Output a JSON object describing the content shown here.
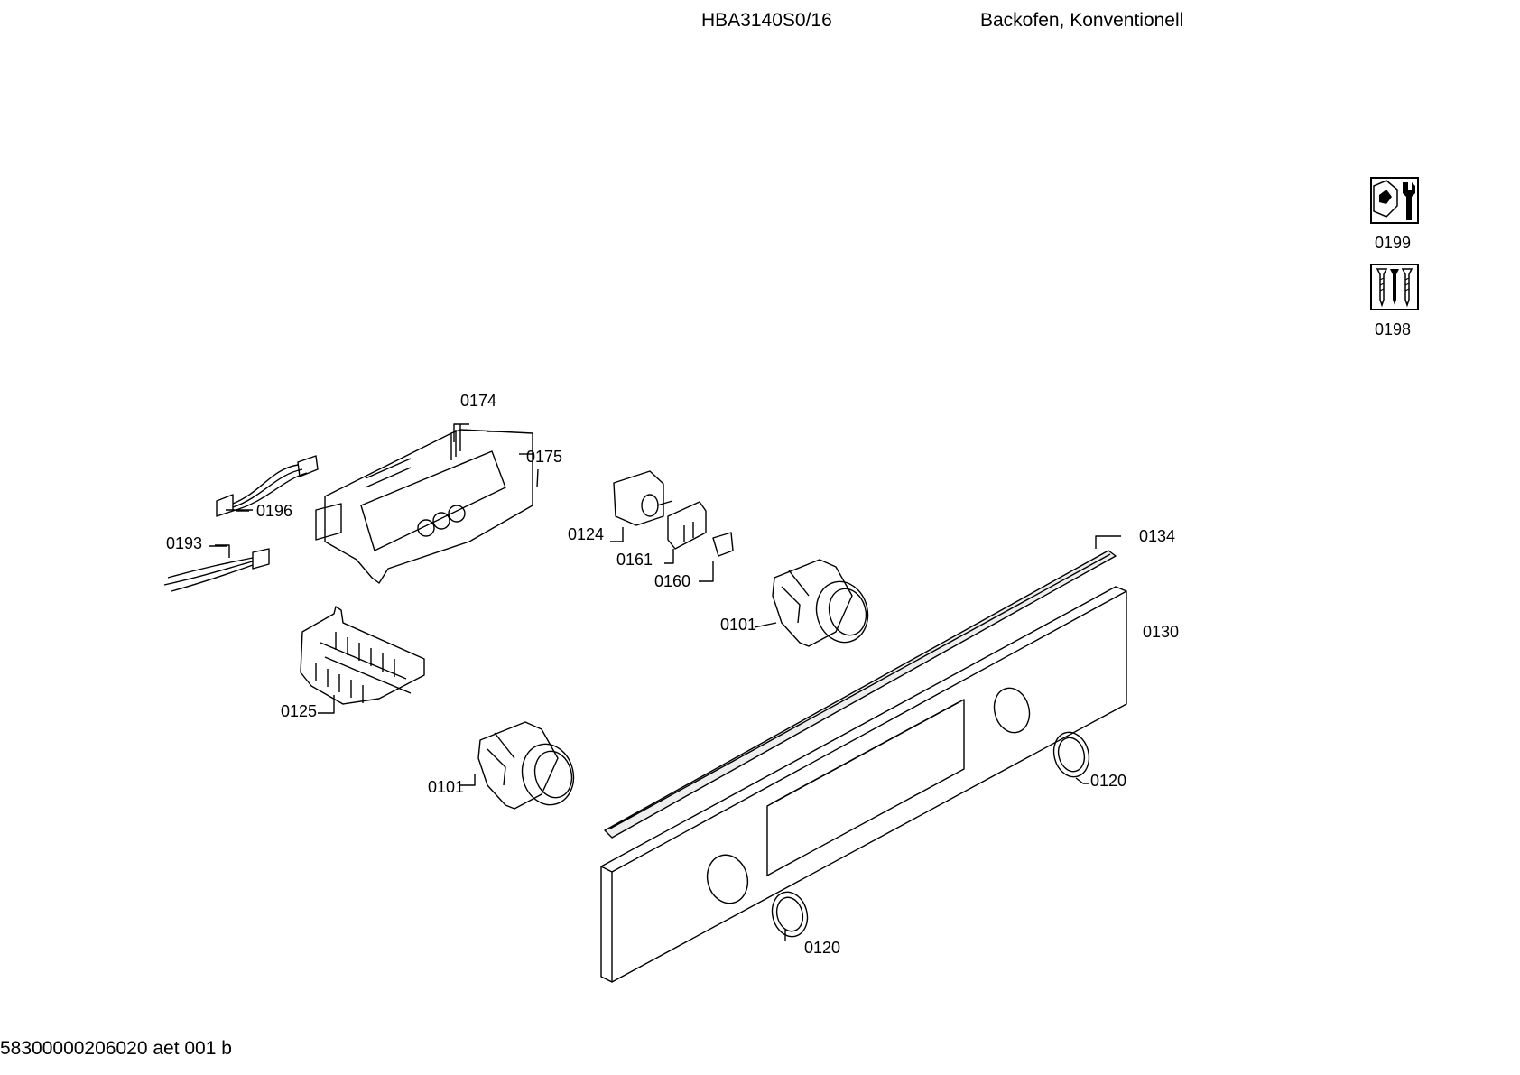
{
  "header": {
    "model": "HBA3140S0/16",
    "description": "Backofen, Konventionell"
  },
  "footer": {
    "document_id": "58300000206020 aet 001 b"
  },
  "icons": [
    {
      "name": "tools-icon",
      "label": "0199"
    },
    {
      "name": "screws-icon",
      "label": "0198"
    }
  ],
  "parts": {
    "p0174": "0174",
    "p0175": "0175",
    "p0196": "0196",
    "p0193": "0193",
    "p0124": "0124",
    "p0161": "0161",
    "p0160": "0160",
    "p0134": "0134",
    "p0130": "0130",
    "p0101a": "0101",
    "p0101b": "0101",
    "p0125": "0125",
    "p0120a": "0120",
    "p0120b": "0120"
  }
}
